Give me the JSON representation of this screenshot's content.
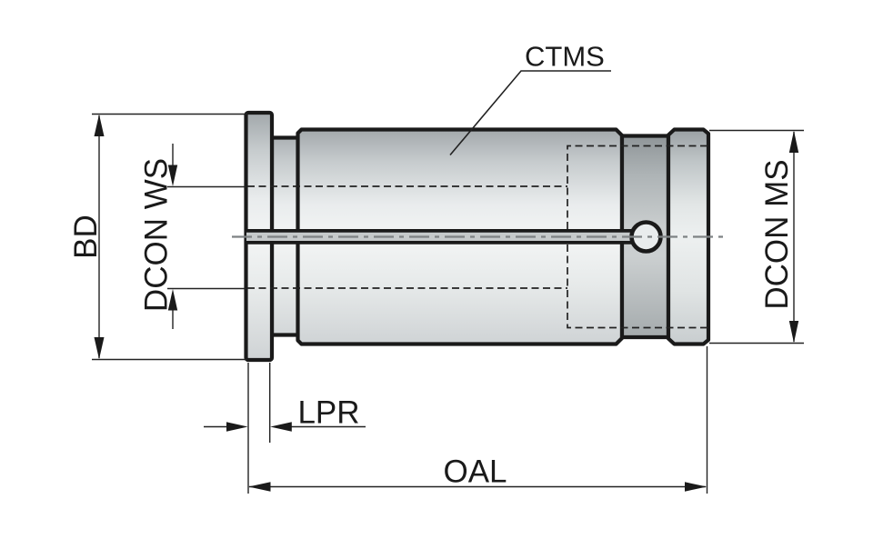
{
  "labels": {
    "ctms": "CTMS",
    "bd": "BD",
    "dcon_ws": "DCON WS",
    "dcon_ms": "DCON MS",
    "lpr": "LPR",
    "oal": "OAL"
  },
  "colors": {
    "ink": "#1a1a1a",
    "dim_line": "#222222",
    "centerline": "#7e8284",
    "background": "#ffffff"
  }
}
